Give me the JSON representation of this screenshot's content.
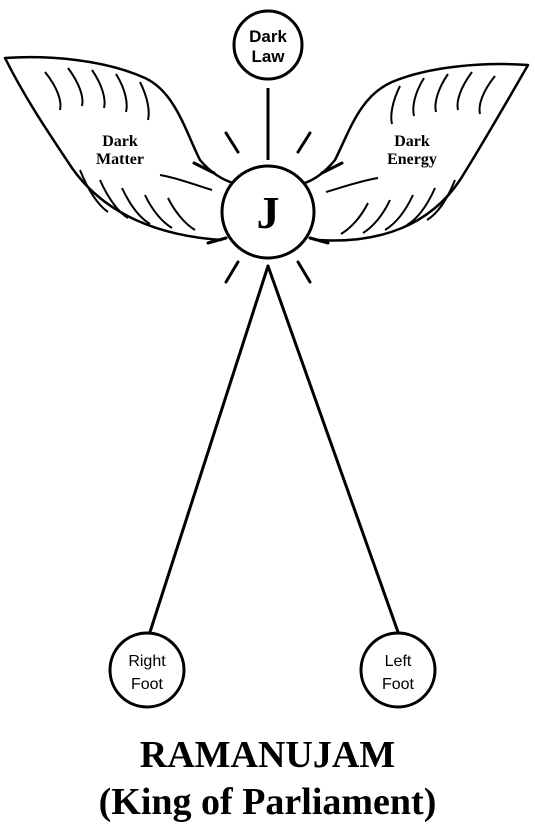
{
  "diagram": {
    "center_label": "J",
    "top_node": [
      "Dark",
      "Law"
    ],
    "left_wing": [
      "Dark",
      "Matter"
    ],
    "right_wing": [
      "Dark",
      "Energy"
    ],
    "right_foot": [
      "Right",
      "Foot"
    ],
    "left_foot": [
      "Left",
      "Foot"
    ]
  },
  "title": {
    "line1": "RAMANUJAM",
    "line2": "(King of Parliament)"
  },
  "colors": {
    "ink": "#000000",
    "background": "#ffffff"
  }
}
